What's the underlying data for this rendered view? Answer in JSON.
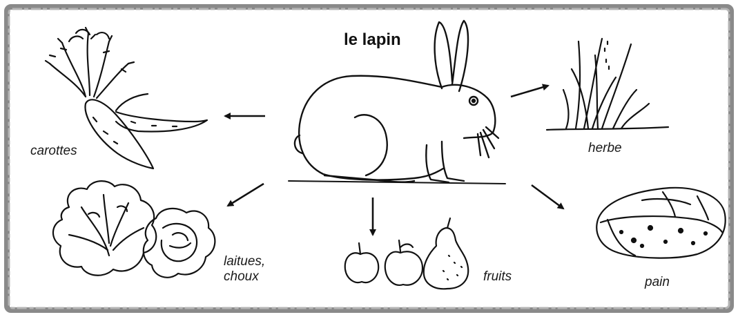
{
  "diagram": {
    "title": "le lapin",
    "foods": [
      {
        "id": "carottes",
        "label": "carottes",
        "icon": "carrots-icon"
      },
      {
        "id": "herbe",
        "label": "herbe",
        "icon": "grass-icon"
      },
      {
        "id": "laitues",
        "label_line1": "laitues,",
        "label_line2": "choux",
        "icon": "lettuce-cabbage-icon"
      },
      {
        "id": "fruits",
        "label": "fruits",
        "icon": "fruits-icon"
      },
      {
        "id": "pain",
        "label": "pain",
        "icon": "bread-icon"
      }
    ],
    "center_icon": "rabbit-icon"
  }
}
